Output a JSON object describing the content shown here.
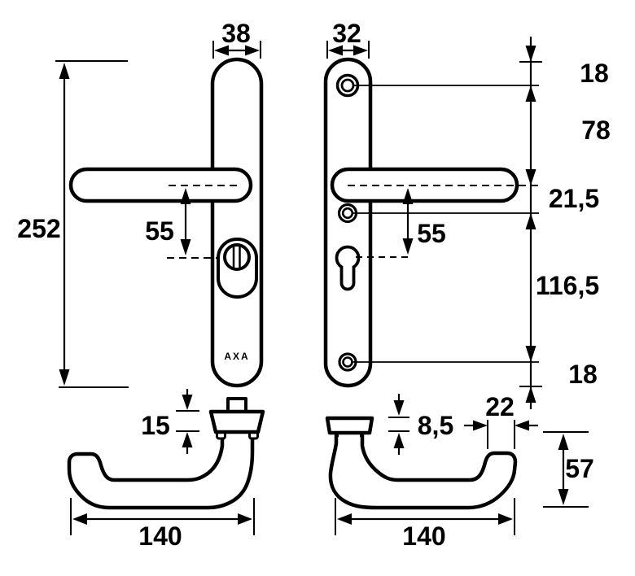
{
  "drawing": {
    "brand_label": "AXA",
    "front_left": {
      "plate_width": "38",
      "plate_height": "252",
      "handle_to_cylinder": "55"
    },
    "front_right": {
      "plate_width": "32",
      "top_to_screw": "18",
      "screw_to_handle": "78",
      "handle_to_screw": "21,5",
      "handle_to_keyhole": "55",
      "screw_to_screw": "116,5",
      "screw_to_bottom": "18"
    },
    "side_left": {
      "collar_height": "15",
      "length": "140"
    },
    "side_right": {
      "cap_height": "8,5",
      "grip_width": "22",
      "projection": "57",
      "length": "140"
    }
  },
  "colors": {
    "line": "#000000",
    "background": "#ffffff"
  }
}
